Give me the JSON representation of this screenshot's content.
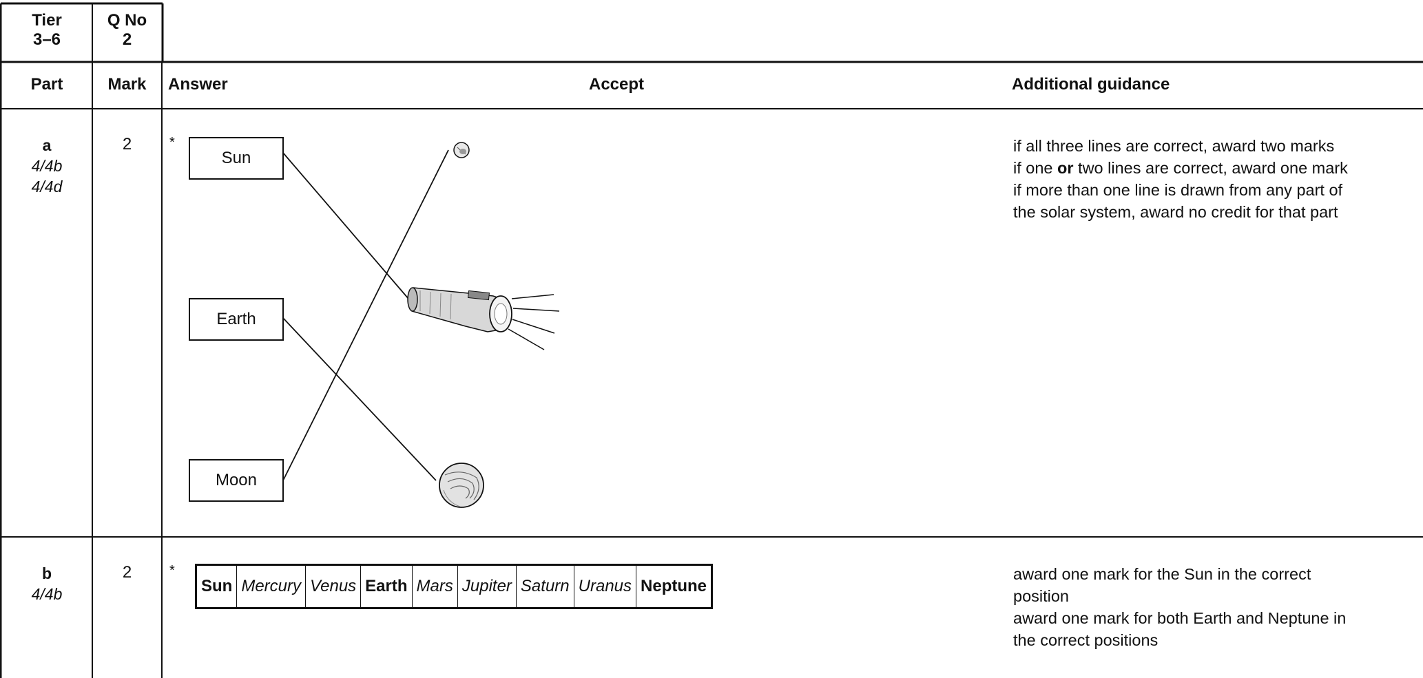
{
  "header": {
    "tier_label": "Tier",
    "tier_value": "3–6",
    "qno_label": "Q No",
    "qno_value": "2"
  },
  "columns": {
    "part": "Part",
    "mark": "Mark",
    "answer": "Answer",
    "accept": "Accept",
    "guidance": "Additional guidance"
  },
  "part_a": {
    "part": "a",
    "refs": [
      "4/4b",
      "4/4d"
    ],
    "mark": "2",
    "asterisk": "*",
    "boxes": [
      "Sun",
      "Earth",
      "Moon"
    ],
    "guidance": [
      "if all three lines are correct, award two marks",
      "if one or two lines are correct, award one mark",
      "if more than one line is drawn from any part of",
      "the solar system, award no credit for that part"
    ]
  },
  "part_b": {
    "part": "b",
    "refs": [
      "4/4b"
    ],
    "mark": "2",
    "asterisk": "*",
    "planets": [
      {
        "name": "Sun",
        "style": "bold"
      },
      {
        "name": "Mercury",
        "style": "italic"
      },
      {
        "name": "Venus",
        "style": "italic"
      },
      {
        "name": "Earth",
        "style": "bold"
      },
      {
        "name": "Mars",
        "style": "italic"
      },
      {
        "name": "Jupiter",
        "style": "italic"
      },
      {
        "name": "Saturn",
        "style": "italic"
      },
      {
        "name": "Uranus",
        "style": "italic"
      },
      {
        "name": "Neptune",
        "style": "bold"
      }
    ],
    "guidance": [
      "award one mark for the Sun in the correct",
      "position",
      "award one mark for both Earth and Neptune in",
      "the correct positions"
    ]
  }
}
